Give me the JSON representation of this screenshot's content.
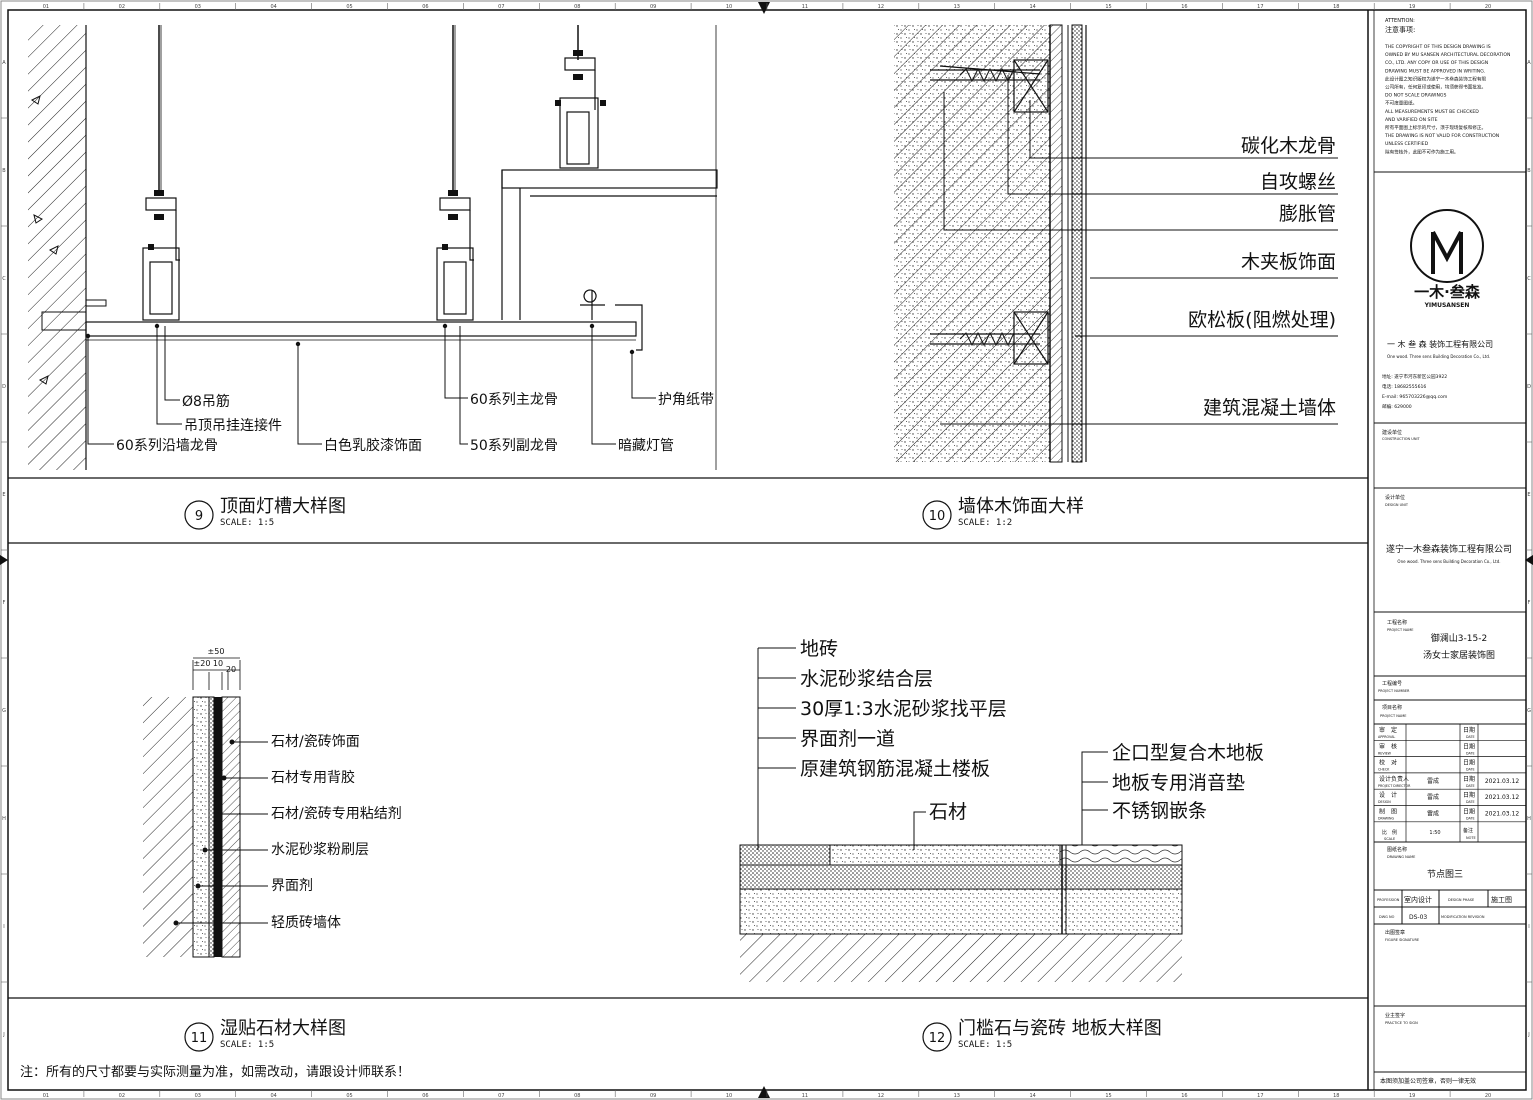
{
  "ruler_cols": [
    "01",
    "02",
    "03",
    "04",
    "05",
    "06",
    "07",
    "08",
    "09",
    "10",
    "11",
    "12",
    "13",
    "14",
    "15",
    "16",
    "17",
    "18",
    "19",
    "20"
  ],
  "ruler_rows": [
    "A",
    "B",
    "C",
    "D",
    "E",
    "F",
    "G",
    "H",
    "I",
    "J"
  ],
  "details": {
    "d9": {
      "number": "9",
      "title": "顶面灯槽大样图",
      "scale": "SCALE: 1:5",
      "labels": {
        "hanger": "Ø8吊筋",
        "hanger_connector": "吊顶吊挂连接件",
        "wall_keel": "60系列沿墙龙骨",
        "latex_paint": "白色乳胶漆饰面",
        "main_keel": "60系列主龙骨",
        "sub_keel": "50系列副龙骨",
        "corner_tape": "护角纸带",
        "hidden_light": "暗藏灯管"
      }
    },
    "d10": {
      "number": "10",
      "title": "墙体木饰面大样",
      "scale": "SCALE: 1:2",
      "labels": {
        "carbon_keel": "碳化木龙骨",
        "screw": "自攻螺丝",
        "anchor": "膨胀管",
        "plywood": "木夹板饰面",
        "osb": "欧松板(阻燃处理)",
        "concrete_wall": "建筑混凝土墙体"
      }
    },
    "d11": {
      "number": "11",
      "title": "湿贴石材大样图",
      "scale": "SCALE: 1:5",
      "dims": {
        "total": "±50",
        "d1": "±20",
        "d2": "10",
        "d3": "20"
      },
      "labels": {
        "stone_face": "石材/瓷砖饰面",
        "back_glue": "石材专用背胶",
        "adhesive": "石材/瓷砖专用粘结剂",
        "mortar": "水泥砂浆粉刷层",
        "interface": "界面剂",
        "brick_wall": "轻质砖墙体"
      }
    },
    "d12": {
      "number": "12",
      "title": "门槛石与瓷砖 地板大样图",
      "scale": "SCALE: 1:5",
      "labels": {
        "tile": "地砖",
        "bond_layer": "水泥砂浆结合层",
        "leveling": "30厚1:3水泥砂浆找平层",
        "interface_coat": "界面剂一道",
        "slab": "原建筑钢筋混凝土楼板",
        "stone": "石材",
        "wood_floor": "企口型复合木地板",
        "underlay": "地板专用消音垫",
        "steel_strip": "不锈钢嵌条"
      }
    }
  },
  "note": "注：所有的尺寸都要与实际测量为准，如需改动，请跟设计师联系！",
  "title_block": {
    "attention_title": "ATTENTION:",
    "attention_cn": "注意事项:",
    "attention_lines": [
      "THE COPYRIGHT OF THIS DESIGN DRAWING IS",
      "OWNED BY MU SANSEN ARCHITECTURAL DECORATION",
      "CO., LTD. ANY COPY OR USE OF THIS DESIGN",
      "DRAWING MUST BE APPROVED IN WRITING.",
      "此设计图之知识版权为遂宁一木叁森装饰工程有限",
      "公司所有，任何复印或使用，均须获得书面批准。",
      "DO NOT SCALE DRAWINGS",
      "不可度量图纸。",
      "ALL MEASUREMENTS MUST BE CHECKED",
      "AND VARIFIED ON SITE",
      "所有平面图上标示的尺寸，须于现场复核和修正。",
      "THE DRAWING IS NOT VALID FOR CONSTRUCTION",
      "UNLESS CERTIFIED",
      "除有签核外，此图不可作为施工用。"
    ],
    "logo_cn": "一木·叁森",
    "logo_en": "YIMUSANSEN",
    "company_cn": "一 木 叁 森  装饰工程有限公司",
    "company_en": "One wood. Three sens Building Decoration Co., Ltd.",
    "contact_lines": [
      "地址: 遂宁市河东新区公园3922",
      "电话: 18682555616",
      "E-mail: 965703226@qq.com",
      "邮编: 629000"
    ],
    "construction_unit_cn": "建设单位",
    "construction_unit_en": "CONSTRUCTION UNIT",
    "design_unit_cn": "设计单位",
    "design_unit_en": "DESIGN UNIT",
    "design_company_cn": "遂宁一木叁森装饰工程有限公司",
    "design_company_en": "One wood. Three sens Building Decoration Co., Ltd.",
    "project_name_cn": "工程名称",
    "project_name_en": "PROJECT NAME",
    "project_line1": "御澜山3-15-2",
    "project_line2": "汤女士家居装饰图",
    "project_number_cn": "工程编号",
    "project_number_en": "PROJECT NUMBER",
    "item_name_cn": "项目名称",
    "item_name_en": "PROJECT NAME",
    "rows": [
      {
        "cn": "审　定",
        "en": "APPROVAL",
        "name": "",
        "date_cn": "日期",
        "date_en": "DATE",
        "date": ""
      },
      {
        "cn": "审　核",
        "en": "REVIEW",
        "name": "",
        "date_cn": "日期",
        "date_en": "DATE",
        "date": ""
      },
      {
        "cn": "校　对",
        "en": "CHECK",
        "name": "",
        "date_cn": "日期",
        "date_en": "DATE",
        "date": ""
      },
      {
        "cn": "设计负责人",
        "en": "PROJECT DIRECTOR",
        "name": "雷成",
        "date_cn": "日期",
        "date_en": "DATE",
        "date": "2021.03.12"
      },
      {
        "cn": "设　计",
        "en": "DESIGN",
        "name": "雷成",
        "date_cn": "日期",
        "date_en": "DATE",
        "date": "2021.03.12"
      },
      {
        "cn": "制　图",
        "en": "DRAWING",
        "name": "雷成",
        "date_cn": "日期",
        "date_en": "DATE",
        "date": "2021.03.12"
      }
    ],
    "scale_cn": "比　例",
    "scale_en": "SCALE",
    "scale_value": "1:50",
    "remark_cn": "备注",
    "remark_en": "NOTE",
    "drawing_name_cn": "图纸名称",
    "drawing_name_en": "DRAWING NAME",
    "drawing_name": "节点图三",
    "profession_en": "PROFESSION",
    "profession": "室内设计",
    "phase_en": "DESIGN PHASE",
    "phase": "施工图",
    "dwg_no_en": "DWG NO",
    "dwg_no": "DS-03",
    "revision_en": "MODIFICATION REVISION",
    "seal_cn": "出图签章",
    "seal_en": "FIGURE SIGNATURE",
    "owner_cn": "业主签字",
    "owner_en": "PRACTICE TO SIGN",
    "footer": "本图须加盖公司签章，否则一律无效"
  }
}
